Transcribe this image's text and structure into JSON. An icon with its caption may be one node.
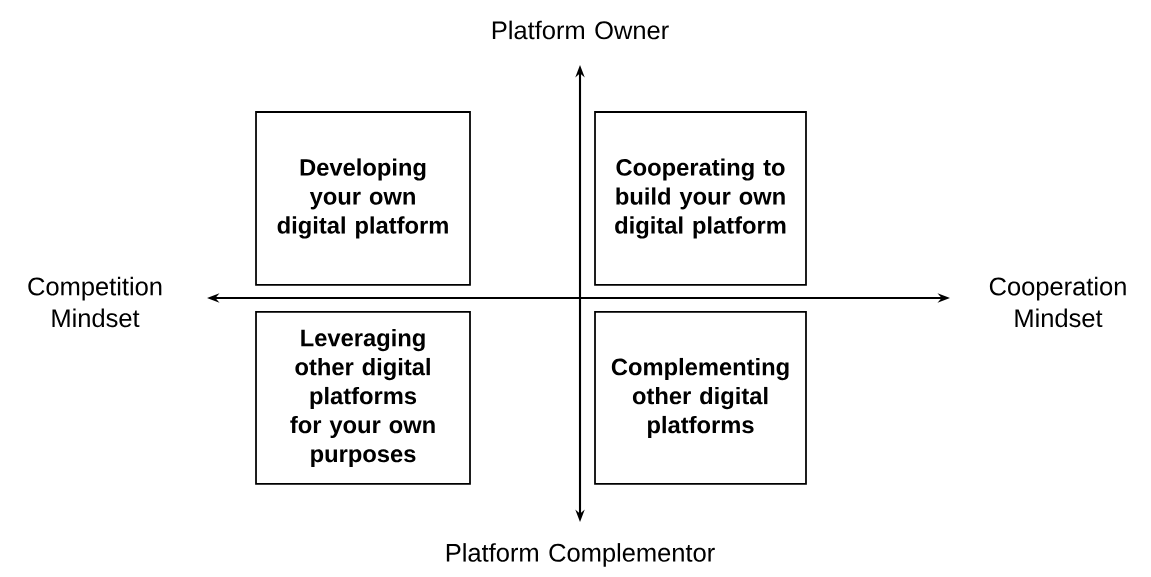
{
  "diagram": {
    "nodes": [
      {
        "text": [
          "Developing your own digital platform"
        ]
      },
      {
        "text": [
          "Cooperating to build your own digital platform"
        ]
      },
      {
        "text": [
          "Leveraging other digital platforms for your own purposes"
        ]
      },
      {
        "text": [
          "Complementing other digital platforms"
        ]
      }
    ],
    "labels": [
      "Platform Owner",
      "Competition Mindset",
      "Cooperation Mindset",
      "Platform Complementor"
    ]
  }
}
